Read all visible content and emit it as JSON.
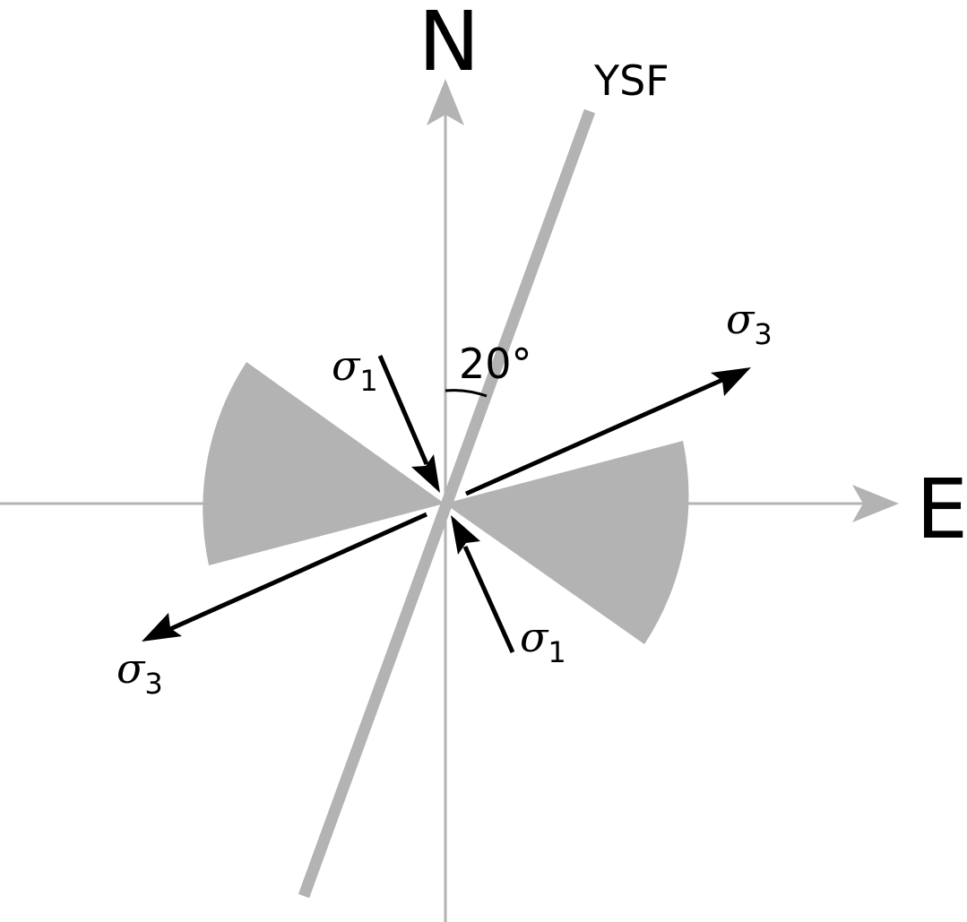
{
  "labels": {
    "north": "N",
    "east": "E",
    "fault": "YSF",
    "angle": "20°",
    "sigma1_upper": "σ",
    "sigma1_upper_sub": "1",
    "sigma1_lower": "σ",
    "sigma1_lower_sub": "1",
    "sigma3_upper": "σ",
    "sigma3_upper_sub": "3",
    "sigma3_lower": "σ",
    "sigma3_lower_sub": "3"
  },
  "colors": {
    "axis": "#b3b3b3",
    "fault": "#b3b3b3",
    "sector": "#b3b3b3",
    "arrow": "#000000"
  }
}
